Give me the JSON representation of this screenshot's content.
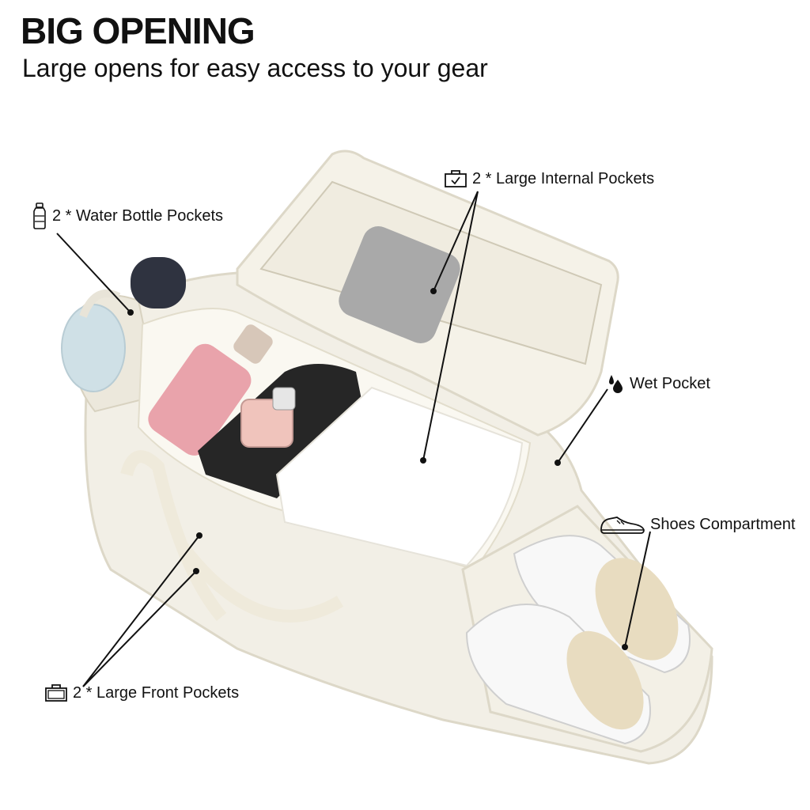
{
  "header": {
    "title": "BIG OPENING",
    "subtitle": "Large opens for easy access to your gear"
  },
  "callouts": {
    "water_bottle": {
      "label": "2 * Water Bottle Pockets",
      "icon": "bottle-icon"
    },
    "internal": {
      "label": "2 * Large Internal Pockets",
      "icon": "bag-check-icon"
    },
    "wet": {
      "label": "Wet Pocket",
      "icon": "water-drops-icon"
    },
    "shoes": {
      "label": "Shoes Compartment",
      "icon": "sneaker-icon"
    },
    "front": {
      "label": "2 * Large Front Pockets",
      "icon": "briefcase-icon"
    }
  },
  "colors": {
    "bag": "#f2efe6",
    "bag_shadow": "#ddd8c8",
    "lining": "#faf8f1",
    "bottle_pink": "#e9a3ab",
    "dark_pouch": "#262626",
    "mesh": "#a9a9a9"
  }
}
